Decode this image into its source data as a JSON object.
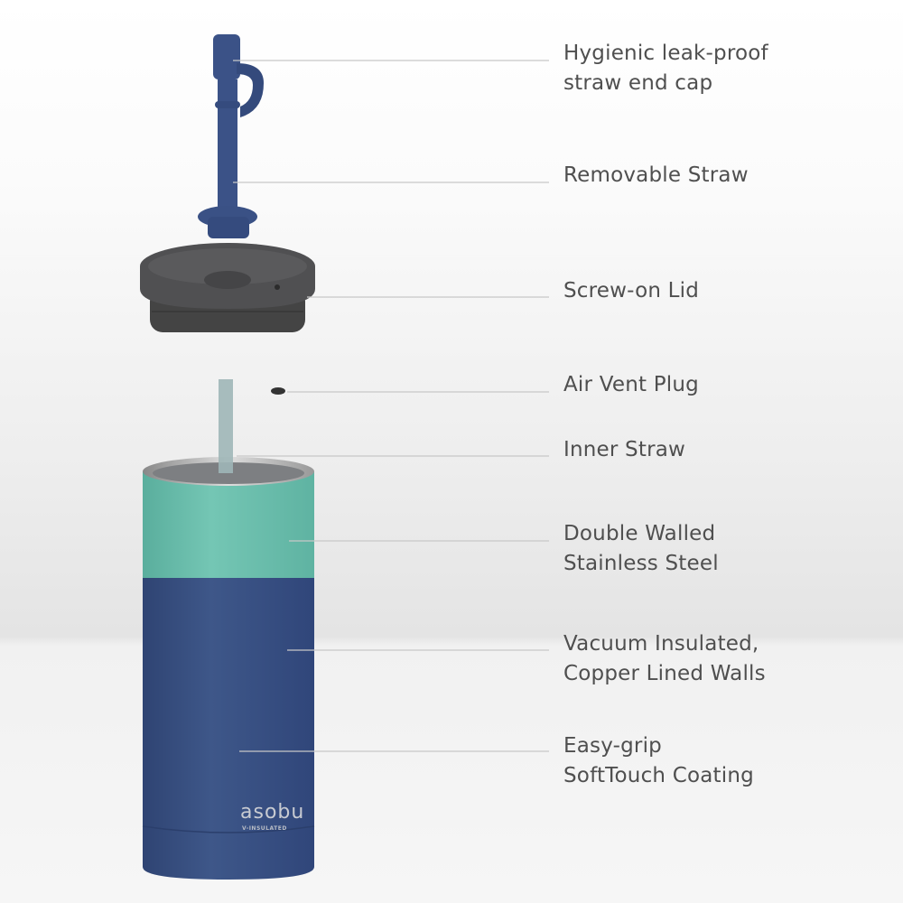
{
  "brand": {
    "logo_text": "asobu",
    "tagline": "V-INSULATED"
  },
  "colors": {
    "straw": "#3a5185",
    "lid": "#4a4a4c",
    "teal": "#6cbfae",
    "body": "#3a5185",
    "leader_line": "#c8c8c8",
    "label_text": "#4f4f4f"
  },
  "callouts": [
    {
      "lines": [
        "Hygienic leak-proof",
        "straw end cap"
      ]
    },
    {
      "lines": [
        "Removable Straw"
      ]
    },
    {
      "lines": [
        "Screw-on Lid"
      ]
    },
    {
      "lines": [
        "Air Vent Plug"
      ]
    },
    {
      "lines": [
        "Inner Straw"
      ]
    },
    {
      "lines": [
        "Double Walled",
        "Stainless Steel"
      ]
    },
    {
      "lines": [
        "Vacuum Insulated,",
        "Copper Lined Walls"
      ]
    },
    {
      "lines": [
        "Easy-grip",
        "SoftTouch Coating"
      ]
    }
  ]
}
